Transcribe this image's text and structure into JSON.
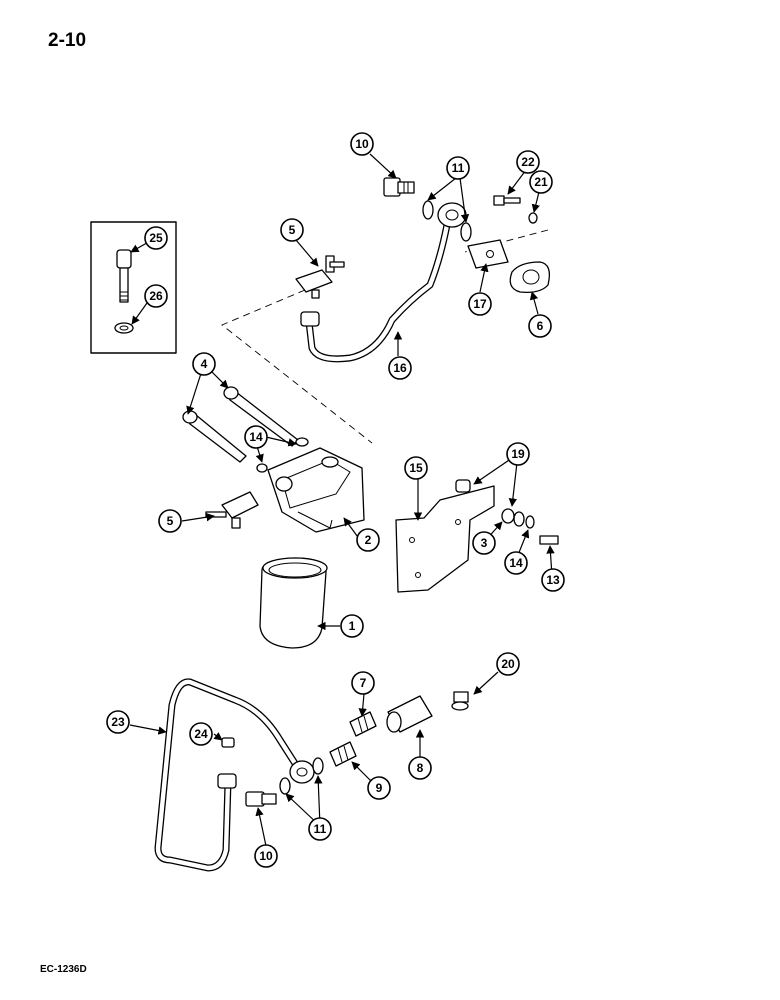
{
  "page": {
    "number": "2-10",
    "figure_code": "EC-1236D"
  },
  "callouts": [
    "10",
    "11",
    "22",
    "21",
    "5",
    "25",
    "26",
    "17",
    "6",
    "16",
    "4",
    "14",
    "19",
    "15",
    "5",
    "2",
    "3",
    "14",
    "13",
    "1",
    "7",
    "20",
    "23",
    "24",
    "8",
    "9",
    "11",
    "10"
  ]
}
